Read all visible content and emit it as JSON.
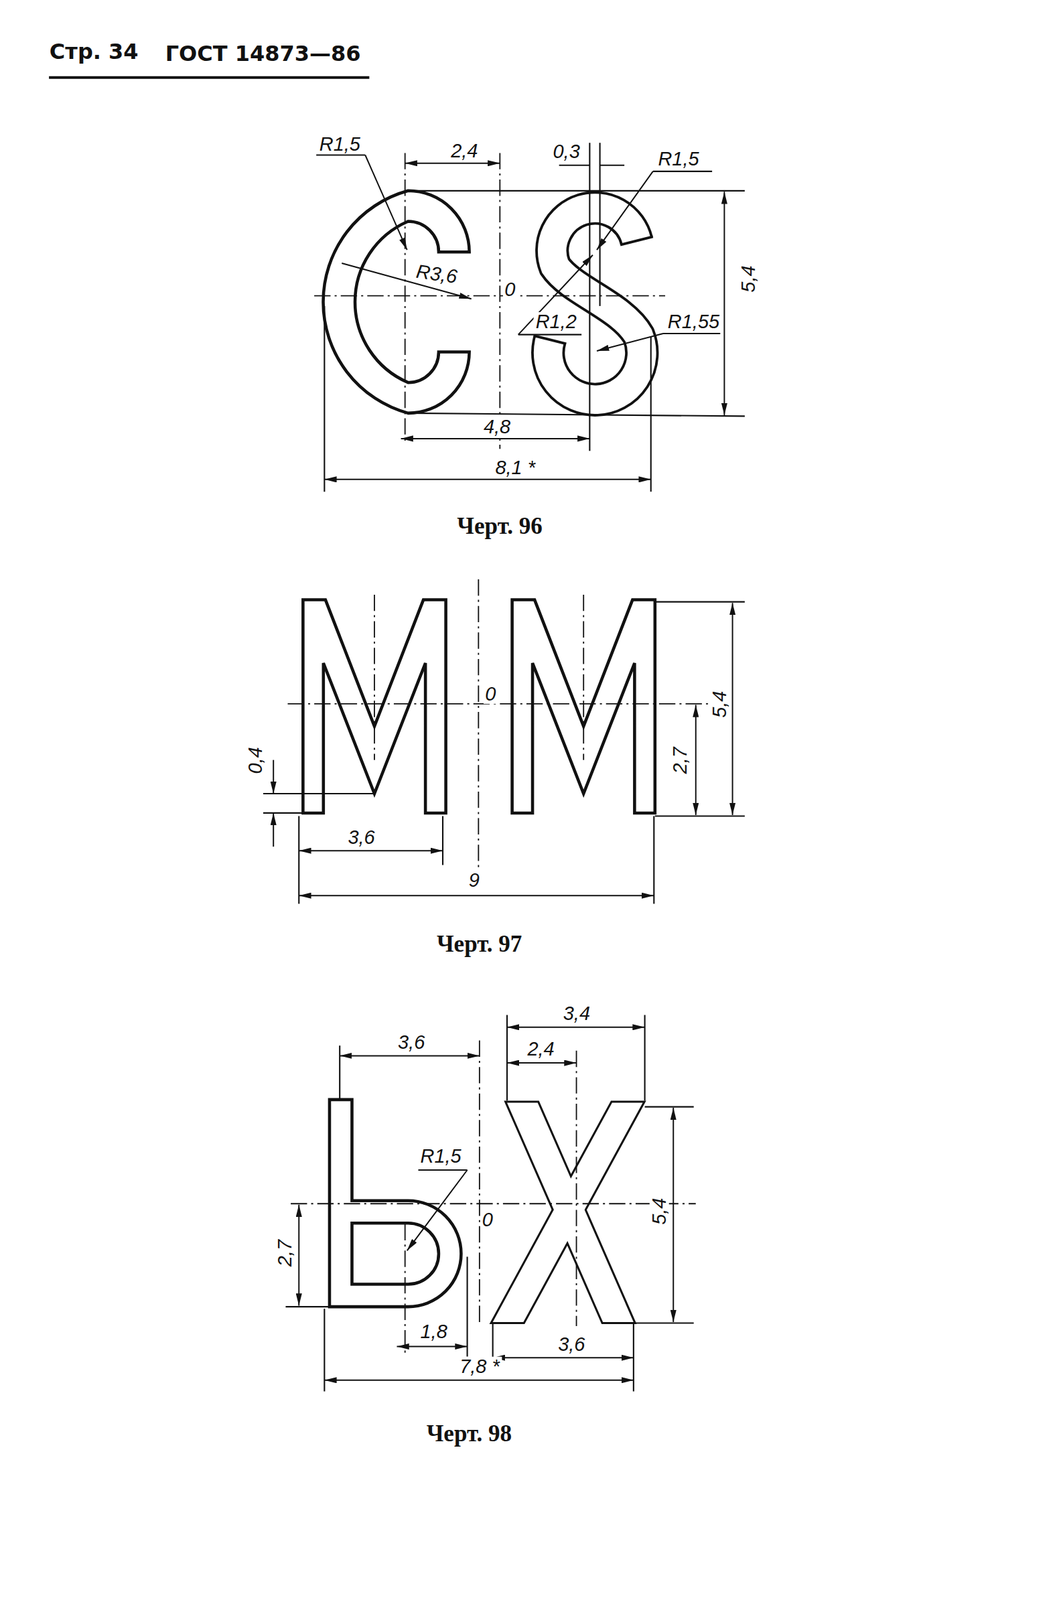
{
  "diagram": {
    "labels": [
      "Стр. 34",
      "ГОСТ 14873—86",
      "R1,5",
      "2,4",
      "0,3",
      "R1,5",
      "R3,6",
      "0",
      "R1,2",
      "R1,55",
      "5,4",
      "4,8",
      "8,1 *",
      "Черт. 96",
      "0",
      "0,4",
      "2,7",
      "5,4",
      "3,6",
      "9",
      "Черт. 97",
      "3,4",
      "3,6",
      "2,4",
      "R1,5",
      "0",
      "5,4",
      "2,7",
      "1,8",
      "3,6",
      "7,8 *",
      "Черт. 98"
    ]
  }
}
